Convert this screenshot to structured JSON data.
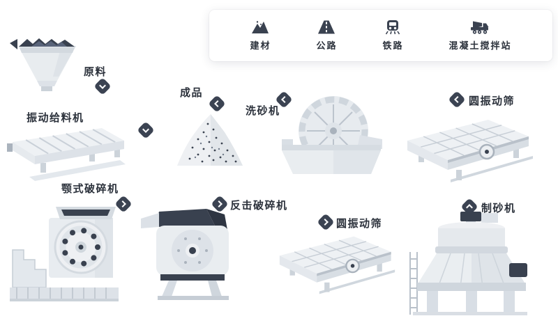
{
  "page": {
    "background": "#ffffff"
  },
  "legend": {
    "items": [
      {
        "label": "建材",
        "icon": "building-materials-icon"
      },
      {
        "label": "公路",
        "icon": "highway-icon"
      },
      {
        "label": "铁路",
        "icon": "railway-icon"
      },
      {
        "label": "混凝土搅拌站",
        "icon": "concrete-mixing-plant-icon"
      }
    ]
  },
  "flow": {
    "nodes": [
      {
        "id": "raw-material",
        "label": "原料",
        "arrow": "down"
      },
      {
        "id": "vibrating-feeder",
        "label": "振动给料机",
        "arrow": "down"
      },
      {
        "id": "finished-product",
        "label": "成品",
        "arrow": "left"
      },
      {
        "id": "sand-washer",
        "label": "洗砂机",
        "arrow": "left"
      },
      {
        "id": "circular-vibrating-screen-upper",
        "label": "圆振动筛",
        "arrow": "left"
      },
      {
        "id": "jaw-crusher",
        "label": "颚式破碎机",
        "arrow": "right"
      },
      {
        "id": "impact-crusher",
        "label": "反击破碎机",
        "arrow": "right"
      },
      {
        "id": "circular-vibrating-screen-lower",
        "label": "圆振动筛",
        "arrow": "right"
      },
      {
        "id": "sand-making-machine",
        "label": "制砂机",
        "arrow": "up"
      }
    ]
  },
  "colors": {
    "badge": "#3b4352",
    "label_text": "#2b313b",
    "icon": "#3a4250",
    "machine_light": "#e9edf0",
    "machine_mid": "#d8dee4",
    "machine_dark": "#39414f"
  }
}
